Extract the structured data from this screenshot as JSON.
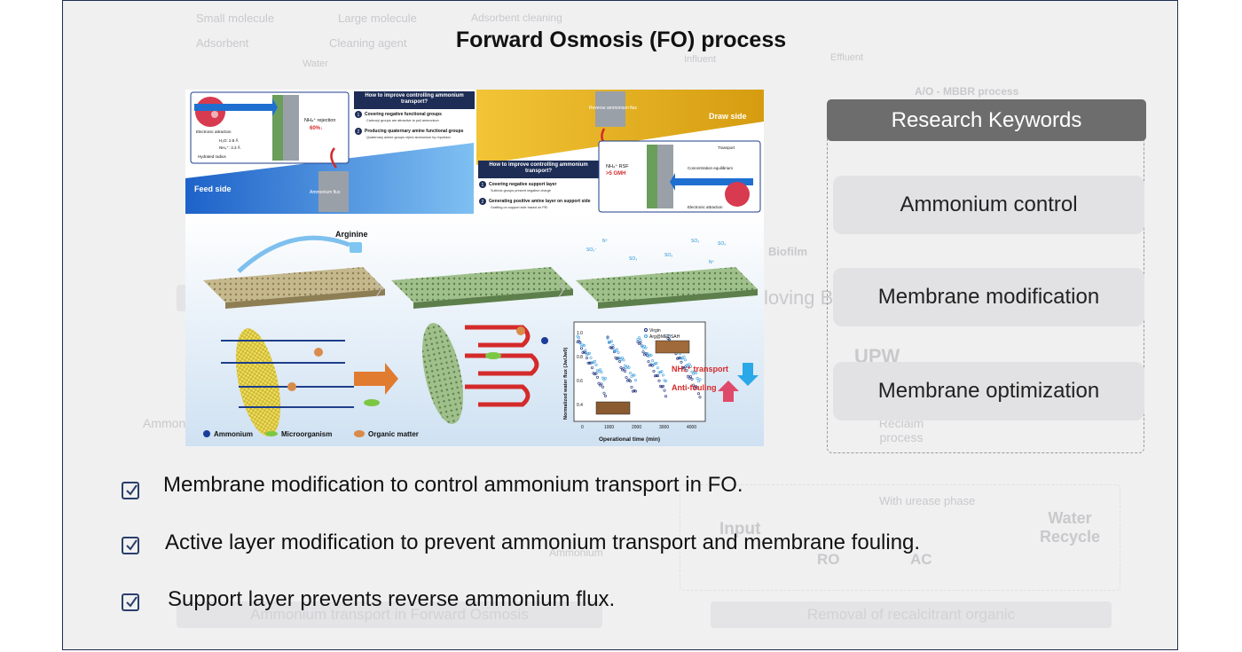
{
  "title": "Forward Osmosis (FO) process",
  "keywords": {
    "header": "Research Keywords",
    "items": [
      "Ammonium control",
      "Membrane modification",
      "Membrane optimization"
    ]
  },
  "bullets": [
    "Membrane modification to control ammonium transport in FO.",
    "Active layer modification to prevent ammonium transport and membrane fouling.",
    "Support layer prevents reverse ammonium  flux."
  ],
  "background_text": {
    "small_molecule": "Small molecule",
    "large_molecule": "Large molecule",
    "adsorbent": "Adsorbent",
    "cleaning_agent": "Cleaning agent",
    "adsorbent_cleaning": "Adsorbent cleaning",
    "water": "Water",
    "influent": "Influent",
    "effluent": "Effluent",
    "ao_mbbr": "A/O - MBBR process",
    "biofilm": "Biofilm",
    "moving_b": "loving B",
    "upw": "UPW",
    "reclaim_process": "Reclaim process",
    "with_urease": "With urease phase",
    "input": "Input",
    "ro": "RO",
    "ac": "AC",
    "water_recycle": "Water Recycle",
    "ammonium": "Ammonium",
    "ammon": "Ammon",
    "caption_left": "Ammonium transport in Forward Osmosis",
    "caption_right": "Removal of recalcitrant organic"
  },
  "figure": {
    "q_active": "How to improve controlling ammonium transport?",
    "a1": "Covering negative functional groups",
    "a1_sub": "Carboxyl groups are attractive to pull ammonium",
    "a2": "Producing quaternary amine functional groups",
    "a2_sub": "Quaternary amine groups reject ammonium by repulsion",
    "q_support": "How to improve controlling ammonium transport?",
    "b1": "Covering negative support layer",
    "b1_sub": "Sulfonic groups present negative charge",
    "b2": "Generating positive amine layer on support side",
    "b2_sub": "Grafting on support side based on PEI",
    "feed_side": "Feed side",
    "draw_side": "Draw side",
    "ammonium_flux": "Ammonium flux",
    "reverse_flux": "Reverse ammonium flux",
    "nh4_rejection": "NH₄⁺ rejection",
    "rejection_value": "60%↓",
    "nh4_rsf": "NH₄⁺ RSF",
    "rsf_value": ">5 GMH",
    "electronic_attraction": "Electronic attraction",
    "electronic_attraction2": "Electronic attraction",
    "hydrated_radius": "Hydrated radius",
    "h2o_radius": "H₂O: 2.8 Å",
    "nh4_radius": "NH₄⁺: 3.3 Å",
    "transport": "Transport",
    "conc_eq": "Concentration equilibrium",
    "arginine": "Arginine",
    "legend_ammonium": "Ammonium",
    "legend_micro": "Microorganism",
    "legend_organic": "Organic matter",
    "plot_legend_virgin": "Virgin",
    "plot_legend_arg": "Arg@MEDSAH",
    "nh4_transport": "NH₄⁺ transport",
    "anti_fouling": "Anti-fouling",
    "plot_ylabel": "Normalized water flux (Jw/Jw0)",
    "plot_xlabel": "Operational time (min)",
    "x_ticks": [
      "0",
      "1000",
      "2000",
      "3000",
      "4000"
    ],
    "y_ticks": [
      "0.4",
      "0.6",
      "0.8",
      "1.0"
    ]
  },
  "colors": {
    "frame_border": "#1f2d4f",
    "keyword_header": "#6d6d6d",
    "keyword_item": "#e2e2e4",
    "check": "#2b3e6b",
    "accent_blue": "#1f6fd1",
    "accent_gold": "#e6b01e",
    "accent_red": "#d42a2a"
  }
}
